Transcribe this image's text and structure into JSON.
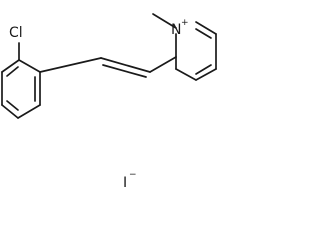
{
  "molecule": {
    "atoms": {
      "chlorine": "Cl",
      "nitrogen": "N",
      "nitrogen_charge": "+",
      "counter_ion": "I",
      "counter_ion_charge": "−"
    }
  }
}
